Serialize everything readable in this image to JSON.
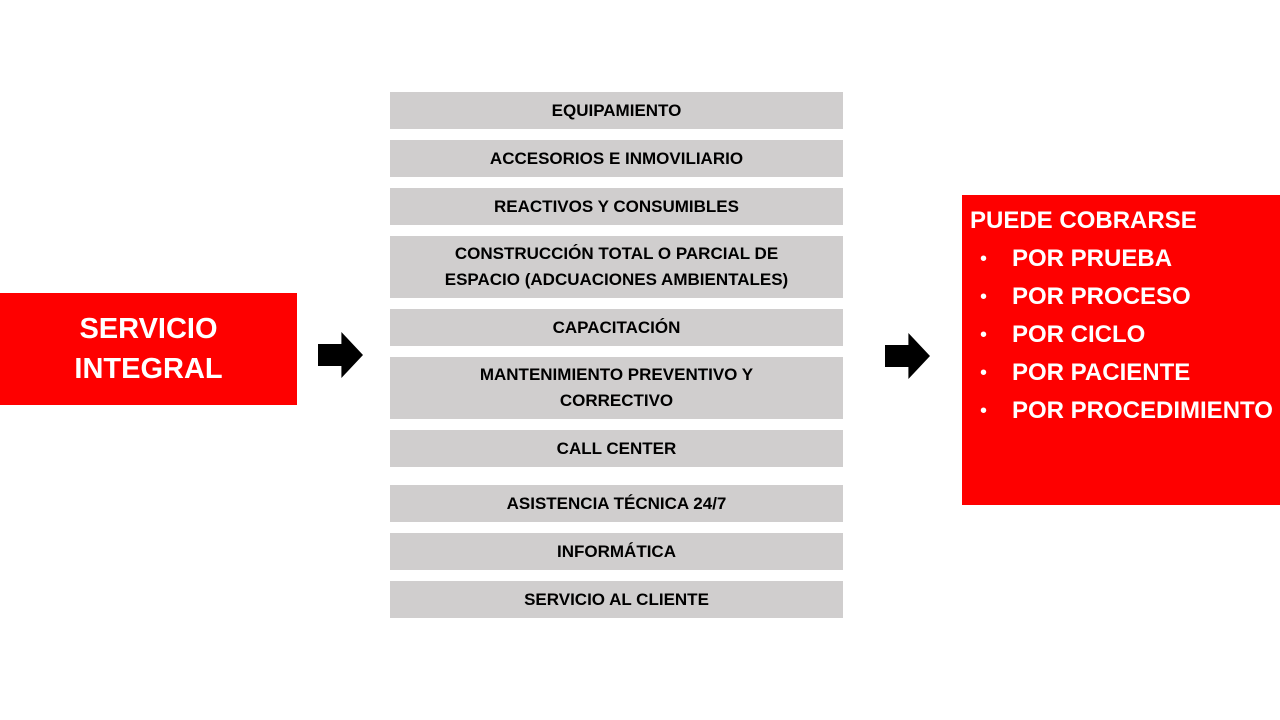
{
  "colors": {
    "accent_red": "#fe0000",
    "box_gray": "#d0cece",
    "arrow_black": "#000000",
    "text_black": "#000000",
    "text_white": "#ffffff"
  },
  "icons": {
    "arrow_right": "block-right-arrow",
    "bullet_glyph": "•"
  },
  "left_box": {
    "label": "SERVICIO INTEGRAL"
  },
  "middle_list": {
    "items": [
      {
        "label": "EQUIPAMIENTO"
      },
      {
        "label": "ACCESORIOS E INMOVILIARIO"
      },
      {
        "label": "REACTIVOS Y CONSUMIBLES"
      },
      {
        "label": "CONSTRUCCIÓN TOTAL O PARCIAL DE\nESPACIO (ADCUACIONES AMBIENTALES)"
      },
      {
        "label": "CAPACITACIÓN"
      },
      {
        "label": "MANTENIMIENTO PREVENTIVO Y\nCORRECTIVO"
      },
      {
        "label": "CALL CENTER"
      },
      {
        "label": "ASISTENCIA TÉCNICA 24/7"
      },
      {
        "label": "INFORMÁTICA"
      },
      {
        "label": "SERVICIO AL CLIENTE"
      }
    ]
  },
  "right_box": {
    "title": "PUEDE COBRARSE",
    "items": [
      {
        "label": "POR PRUEBA"
      },
      {
        "label": "POR PROCESO"
      },
      {
        "label": "POR CICLO"
      },
      {
        "label": "POR PACIENTE"
      },
      {
        "label": "POR PROCEDIMIENTO"
      }
    ]
  }
}
